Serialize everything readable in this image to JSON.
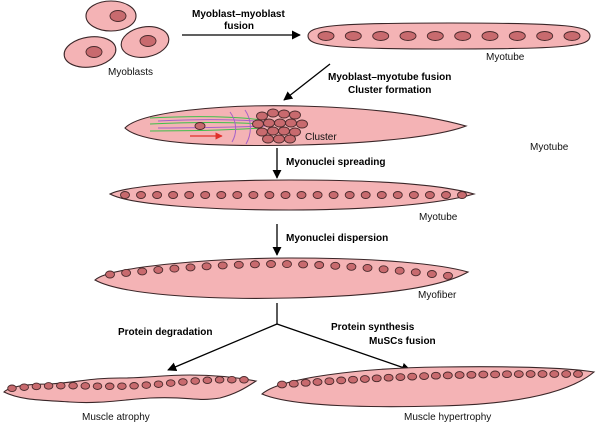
{
  "colors": {
    "cell_fill": "#f4b3b5",
    "cell_stroke": "#3a2628",
    "nucleus_fill": "#c86a6e",
    "nucleus_stroke": "#4a2a2c",
    "arrow": "#000000",
    "cytoskeleton_green": "#3fbf4a",
    "cytoskeleton_purple": "#a560c8",
    "cytoskeleton_red": "#e0302a"
  },
  "labels": {
    "myoblasts": "Myoblasts",
    "myotube_1": "Myotube",
    "cluster": "Cluster",
    "myotube_2": "Myotube",
    "myotube_3": "Myotube",
    "myofiber": "Myofiber",
    "atrophy": "Muscle atrophy",
    "hypertrophy": "Muscle hypertrophy"
  },
  "steps": {
    "fusion_line1": "Myoblast–myoblast",
    "fusion_line2": "fusion",
    "myotube_fusion": "Myoblast–myotube fusion",
    "cluster_formation": "Cluster formation",
    "spreading": "Myonuclei spreading",
    "dispersion": "Myonuclei dispersion",
    "degradation": "Protein degradation",
    "synthesis": "Protein synthesis",
    "muscs_fusion": "MuSCs fusion"
  }
}
